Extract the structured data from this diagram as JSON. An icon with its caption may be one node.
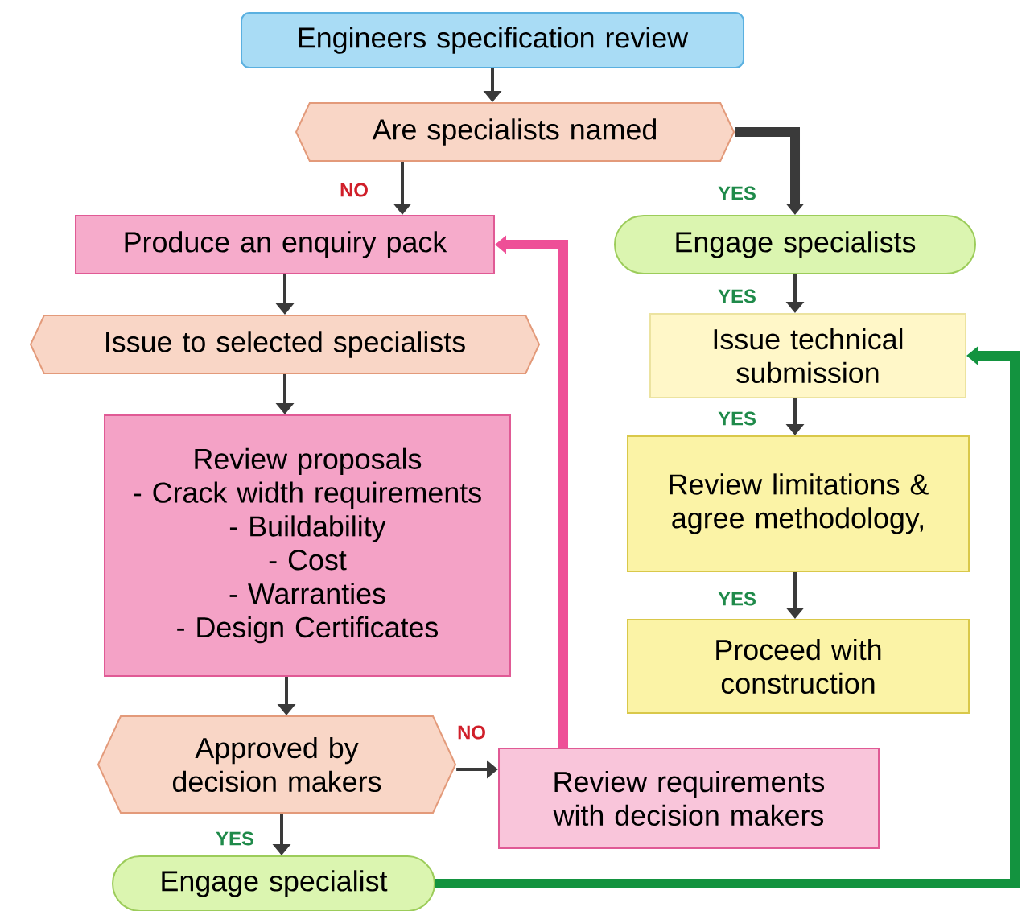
{
  "diagram": {
    "nodes": [
      {
        "text": [
          "Engineers specification review"
        ]
      },
      {
        "text": [
          "Are specialists named"
        ]
      },
      {
        "text": [
          "Produce an enquiry pack"
        ]
      },
      {
        "text": [
          "Engage specialists"
        ]
      },
      {
        "text": [
          "Issue to selected specialists"
        ]
      },
      {
        "text": [
          "Issue technical submission"
        ]
      },
      {
        "text": [
          "Review proposals",
          "- Crack width requirements",
          "- Buildability",
          "- Cost",
          "- Warranties",
          "- Design Certificates"
        ]
      },
      {
        "text": [
          "Review limitations & agree methodology,"
        ]
      },
      {
        "text": [
          "Proceed with construction"
        ]
      },
      {
        "text": [
          "Approved by decision makers"
        ]
      },
      {
        "text": [
          "Review requirements with decision makers"
        ]
      },
      {
        "text": [
          "Engage specialist"
        ]
      }
    ],
    "edges": [
      {
        "from": 0,
        "to": 1,
        "arrow": "to"
      },
      {
        "from": 1,
        "to": 3,
        "arrow": "to",
        "label": "YES",
        "style": "thick"
      },
      {
        "from": 1,
        "to": 2,
        "arrow": "to",
        "label": "NO"
      },
      {
        "from": 2,
        "to": 4,
        "arrow": "to"
      },
      {
        "from": 3,
        "to": 5,
        "arrow": "to",
        "label": "YES"
      },
      {
        "from": 4,
        "to": 6,
        "arrow": "to"
      },
      {
        "from": 5,
        "to": 7,
        "arrow": "to",
        "label": "YES"
      },
      {
        "from": 7,
        "to": 8,
        "arrow": "to",
        "label": "YES"
      },
      {
        "from": 6,
        "to": 9,
        "arrow": "to"
      },
      {
        "from": 9,
        "to": 10,
        "arrow": "to",
        "label": "NO"
      },
      {
        "from": 9,
        "to": 11,
        "arrow": "to",
        "label": "YES"
      },
      {
        "from": 10,
        "to": 2,
        "arrow": "to",
        "style": "thick",
        "color": "#ee4f97"
      },
      {
        "from": 11,
        "to": 5,
        "arrow": "to",
        "style": "thick",
        "color": "#13933f"
      }
    ]
  }
}
